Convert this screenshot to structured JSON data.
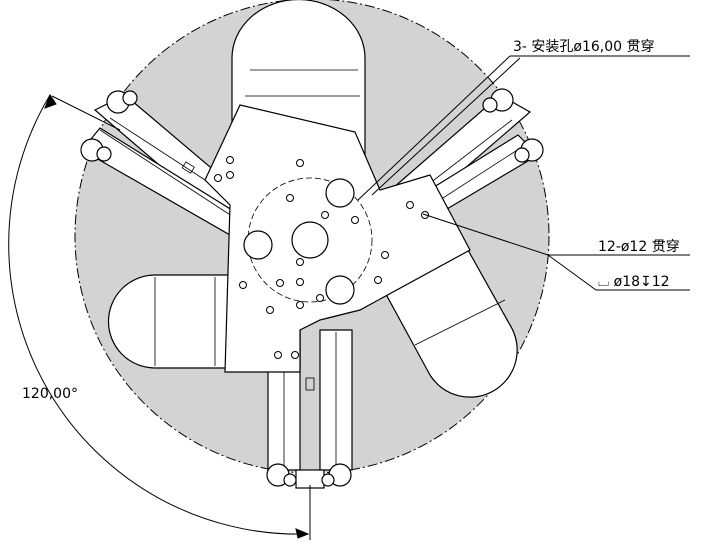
{
  "annotations": {
    "mount_holes": "3- 安装孔ø16,00 贯穿",
    "through_holes": "12-ø12 贯穿",
    "counterbore": "⌴ ø18↧12",
    "angle": "120,00°"
  },
  "colors": {
    "disk_fill": "#d3d3d3",
    "line": "#000000",
    "paper": "#ffffff"
  }
}
